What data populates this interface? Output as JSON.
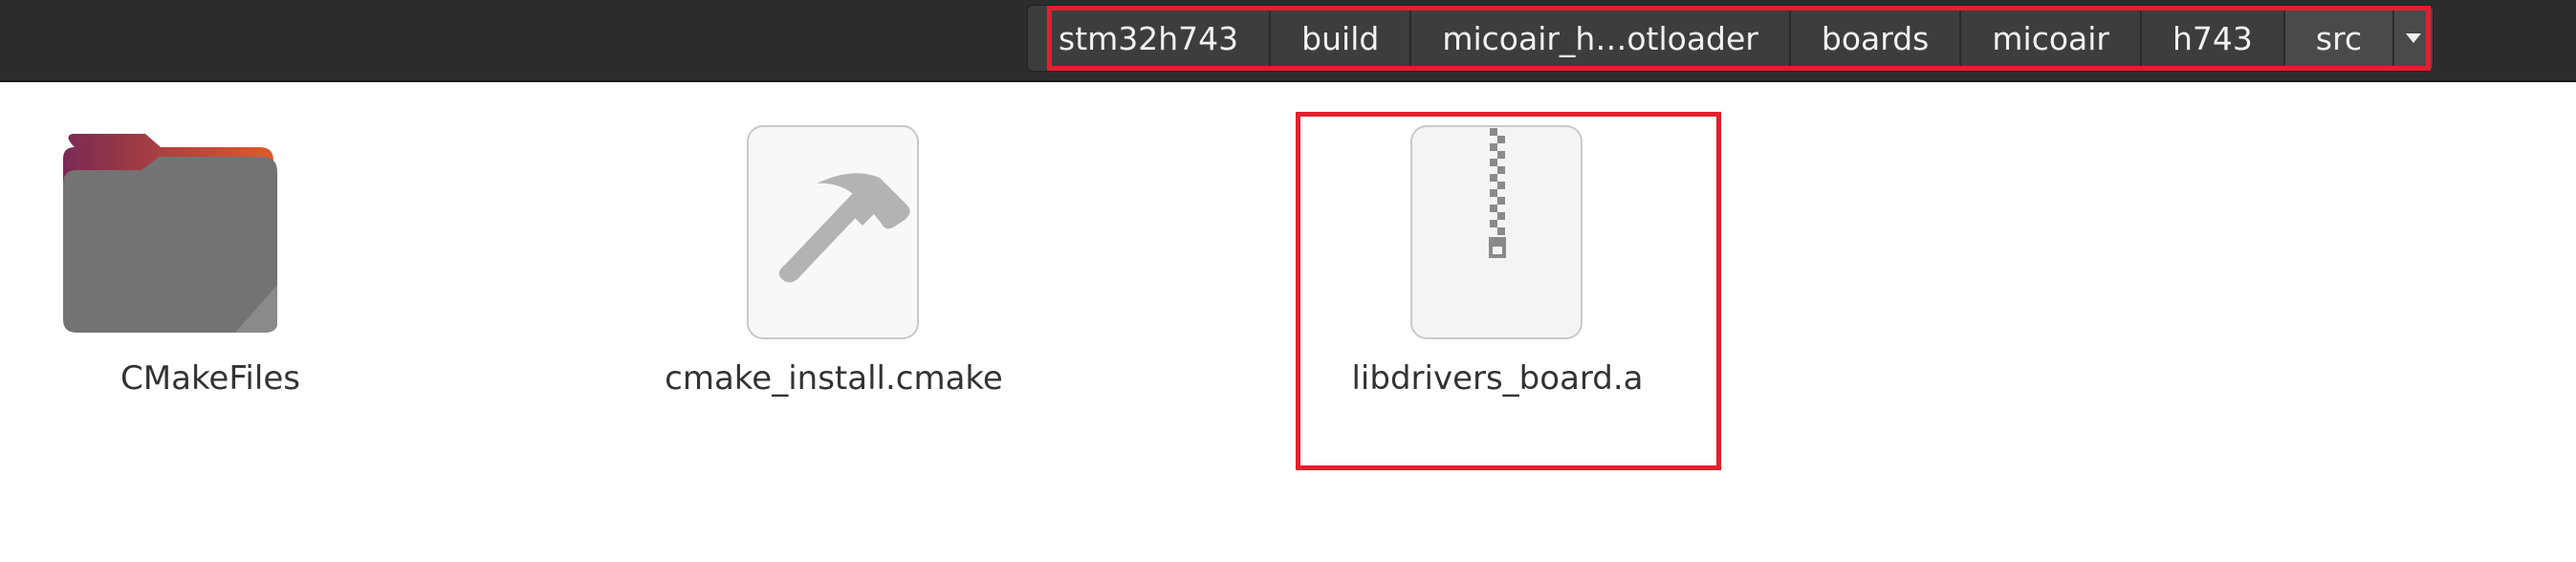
{
  "pathbar": {
    "crumbs": [
      "stm32h743",
      "build",
      "micoair_h…otloader",
      "boards",
      "micoair",
      "h743",
      "src"
    ],
    "current": "src"
  },
  "files": [
    {
      "name": "CMakeFiles",
      "type": "folder",
      "icon": "folder-icon"
    },
    {
      "name": "cmake_install.cmake",
      "type": "cmake",
      "icon": "hammer-icon"
    },
    {
      "name": "libdrivers_board.a",
      "type": "archive",
      "icon": "zip-archive-icon"
    }
  ],
  "colors": {
    "topbar": "#2c2c2c",
    "highlight": "#e2202d",
    "folder_tab": "#c7472f",
    "folder_body": "#737373"
  }
}
